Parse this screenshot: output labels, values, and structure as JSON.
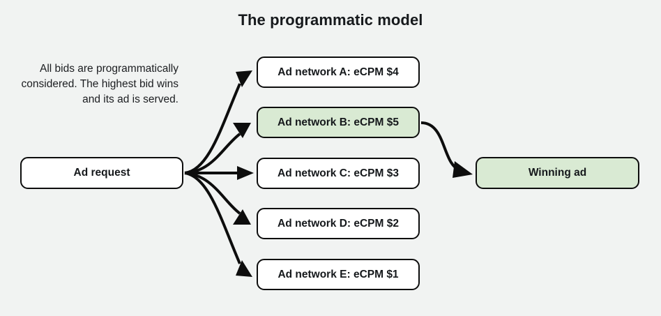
{
  "title": "The programmatic model",
  "description": "All bids are programmatically considered. The highest bid wins and its ad is served.",
  "colors": {
    "background": "#f1f3f2",
    "node_fill": "#ffffff",
    "highlight_fill": "#d9ead3",
    "stroke": "#0d0d0d",
    "text": "#15181b"
  },
  "nodes": {
    "ad_request": {
      "label": "Ad request",
      "highlighted": false
    },
    "winning_ad": {
      "label": "Winning ad",
      "highlighted": true
    },
    "networks": [
      {
        "label": "Ad network A: eCPM $4",
        "network": "A",
        "ecpm": 4,
        "highlighted": false
      },
      {
        "label": "Ad network B: eCPM $5",
        "network": "B",
        "ecpm": 5,
        "highlighted": true
      },
      {
        "label": "Ad network C: eCPM $3",
        "network": "C",
        "ecpm": 3,
        "highlighted": false
      },
      {
        "label": "Ad network D: eCPM $2",
        "network": "D",
        "ecpm": 2,
        "highlighted": false
      },
      {
        "label": "Ad network E: eCPM $1",
        "network": "E",
        "ecpm": 1,
        "highlighted": false
      }
    ]
  },
  "edges": [
    {
      "from": "ad_request",
      "to": "network_a"
    },
    {
      "from": "ad_request",
      "to": "network_b"
    },
    {
      "from": "ad_request",
      "to": "network_c"
    },
    {
      "from": "ad_request",
      "to": "network_d"
    },
    {
      "from": "ad_request",
      "to": "network_e"
    },
    {
      "from": "network_b",
      "to": "winning_ad"
    }
  ]
}
